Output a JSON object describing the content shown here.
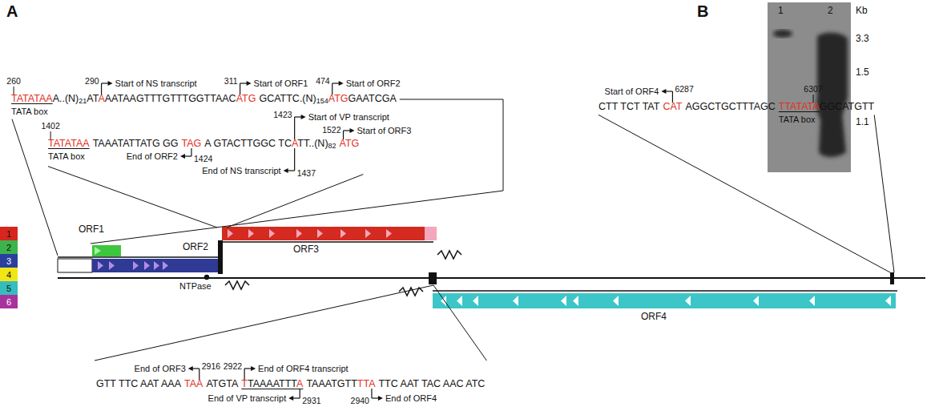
{
  "diagram": {
    "nodes": [
      {
        "text": [
          "1"
        ]
      },
      {
        "text": [
          "2"
        ]
      },
      {
        "text": [
          "3"
        ]
      },
      {
        "text": [
          "4"
        ]
      },
      {
        "text": [
          "5"
        ]
      },
      {
        "text": [
          "6"
        ]
      }
    ],
    "labels": [
      "A",
      "B",
      "260",
      "TATATAA",
      "A..(N)",
      "21",
      "AT",
      "A",
      "AATAAGTTTGTTTGGTTAAC",
      "ATG",
      "GCATTC.(N)",
      "154",
      "ATG",
      "GAATCGA",
      "TATA box",
      "290",
      "Start of NS transcript",
      "311",
      "Start of ORF1",
      "474",
      "Start of ORF2",
      "1402",
      "TATATAA",
      "TAAATATTATG GG",
      "TAG",
      "A GTACTTGGC TC",
      "A",
      "TT..(N)",
      "82",
      "ATG",
      "TATA box",
      "1423",
      "Start of VP transcript",
      "1522",
      "Start of ORF3",
      "End of ORF2",
      "End of NS transcript",
      "1424",
      "1437",
      "ORF1",
      "ORF2",
      "ORF3",
      "NTPase",
      "ORF4",
      "Start of ORF4",
      "6287",
      "6307",
      "CTT TCT TAT",
      "CAT",
      "AGGCTGCTTTAGC",
      "TTATATA",
      "GGCATGTT",
      "TATA box",
      "End of ORF3",
      "2916",
      "2922",
      "End of ORF4 transcript",
      "GTT TTC AAT AAA",
      "TAA",
      "ATGTA",
      "T",
      "TAAAATTT",
      "A",
      "TAAATGTT",
      "TTA",
      "TTC AAT TAC AAC ATC",
      "End of VP transcript",
      "2931",
      "2940",
      "End of ORF4",
      "1",
      "2",
      "Kb",
      "3.3",
      "1.5",
      "1.1"
    ]
  }
}
